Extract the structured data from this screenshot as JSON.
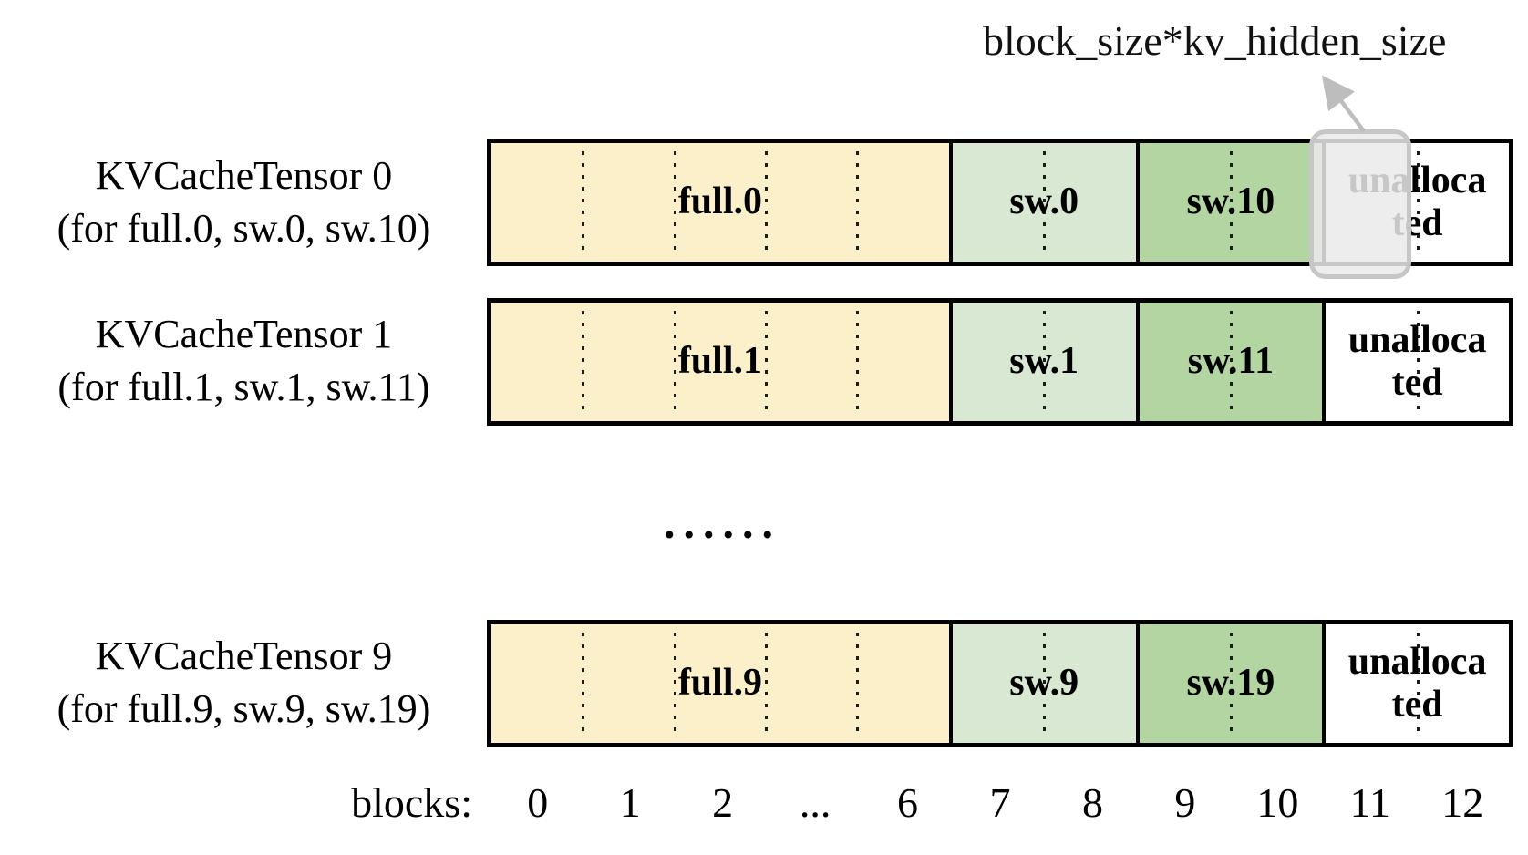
{
  "annotation": {
    "text": "block_size*kv_hidden_size"
  },
  "ellipsis": "......",
  "colors": {
    "full": "#FCF0CA",
    "sw_low": "#D9E8D2",
    "sw_high": "#B2D5A2",
    "unallocated": "#FFFFFF",
    "bar_border": "#000000",
    "highlight_fill": "#EAEAEA",
    "highlight_stroke": "#C6C6C6",
    "arrow": "#BDBDBD"
  },
  "rows": [
    {
      "id": "tensor-0",
      "label_line1": "KVCacheTensor 0",
      "label_line2": "(for full.0, sw.0, sw.10)",
      "highlight": true,
      "segments": [
        {
          "label": "full.0",
          "blocks": 5,
          "kind": "full"
        },
        {
          "label": "sw.0",
          "blocks": 2,
          "kind": "sw_low"
        },
        {
          "label": "sw.10",
          "blocks": 2,
          "kind": "sw_high"
        },
        {
          "label": "unallocated",
          "label_wrapped": "unalloca\nted",
          "blocks": 2,
          "kind": "unallocated"
        }
      ]
    },
    {
      "id": "tensor-1",
      "label_line1": "KVCacheTensor 1",
      "label_line2": "(for full.1, sw.1, sw.11)",
      "highlight": false,
      "segments": [
        {
          "label": "full.1",
          "blocks": 5,
          "kind": "full"
        },
        {
          "label": "sw.1",
          "blocks": 2,
          "kind": "sw_low"
        },
        {
          "label": "sw.11",
          "blocks": 2,
          "kind": "sw_high"
        },
        {
          "label": "unallocated",
          "label_wrapped": "unalloca\nted",
          "blocks": 2,
          "kind": "unallocated"
        }
      ]
    },
    {
      "id": "tensor-9",
      "label_line1": "KVCacheTensor 9",
      "label_line2": "(for full.9, sw.9, sw.19)",
      "highlight": false,
      "segments": [
        {
          "label": "full.9",
          "blocks": 5,
          "kind": "full"
        },
        {
          "label": "sw.9",
          "blocks": 2,
          "kind": "sw_low"
        },
        {
          "label": "sw.19",
          "blocks": 2,
          "kind": "sw_high"
        },
        {
          "label": "unallocated",
          "label_wrapped": "unalloca\nted",
          "blocks": 2,
          "kind": "unallocated"
        }
      ]
    }
  ],
  "axis": {
    "label": "blocks:",
    "ticks": [
      "0",
      "1",
      "2",
      "...",
      "6",
      "7",
      "8",
      "9",
      "10",
      "11",
      "12"
    ]
  }
}
